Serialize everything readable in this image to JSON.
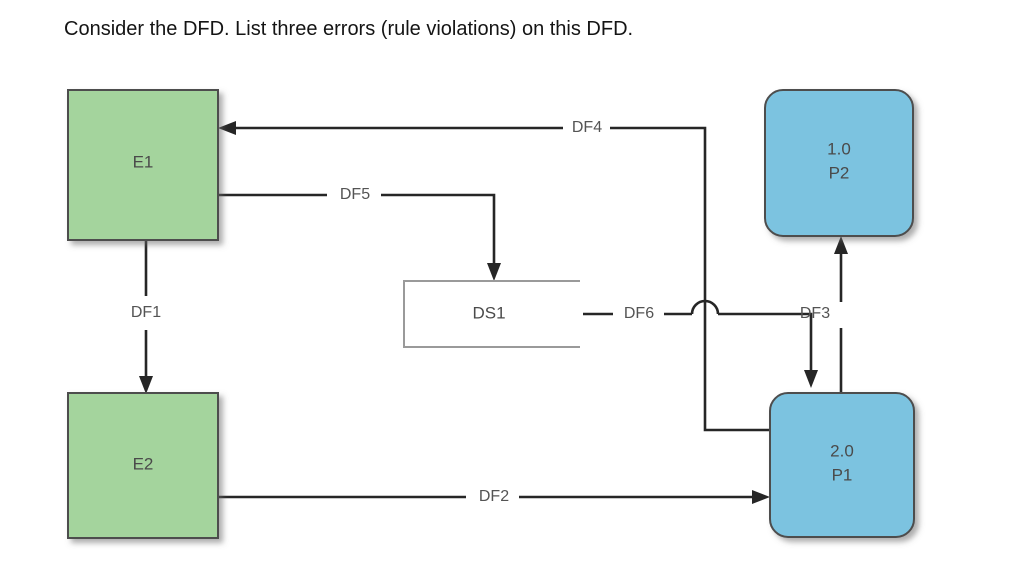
{
  "question": {
    "text": "Consider the DFD. List three errors (rule violations) on this DFD."
  },
  "diagram": {
    "type": "data-flow-diagram",
    "colors": {
      "entity_fill": "#a4d49d",
      "process_fill": "#7cc3e0",
      "store_fill": "#ffffff",
      "node_border": "#4e4e4e",
      "store_border": "#9a9a9a",
      "flow_stroke": "#262626",
      "label_text": "#545454",
      "question_text": "#141414",
      "background": "#ffffff"
    },
    "entities": [
      {
        "id": "E1",
        "label": "E1",
        "shape": "rectangle"
      },
      {
        "id": "E2",
        "label": "E2",
        "shape": "rectangle"
      }
    ],
    "processes": [
      {
        "id": "P2",
        "number": "1.0",
        "name": "P2",
        "shape": "rounded-rectangle"
      },
      {
        "id": "P1",
        "number": "2.0",
        "name": "P1",
        "shape": "rounded-rectangle"
      }
    ],
    "datastores": [
      {
        "id": "DS1",
        "label": "DS1",
        "shape": "open-rectangle"
      }
    ],
    "flows": [
      {
        "id": "DF1",
        "label": "DF1",
        "from": "E1",
        "to": "E2",
        "direction": "down"
      },
      {
        "id": "DF2",
        "label": "DF2",
        "from": "E2",
        "to": "P1",
        "direction": "right"
      },
      {
        "id": "DF3",
        "label": "DF3",
        "from": "P1",
        "to": "P2",
        "direction": "up"
      },
      {
        "id": "DF4",
        "label": "DF4",
        "from": "P1",
        "to": "E1",
        "direction": "left"
      },
      {
        "id": "DF5",
        "label": "DF5",
        "from": "E1",
        "to": "DS1",
        "direction": "right-down"
      },
      {
        "id": "DF6",
        "label": "DF6",
        "from": "DS1",
        "to": "P1",
        "direction": "right-down"
      }
    ]
  }
}
